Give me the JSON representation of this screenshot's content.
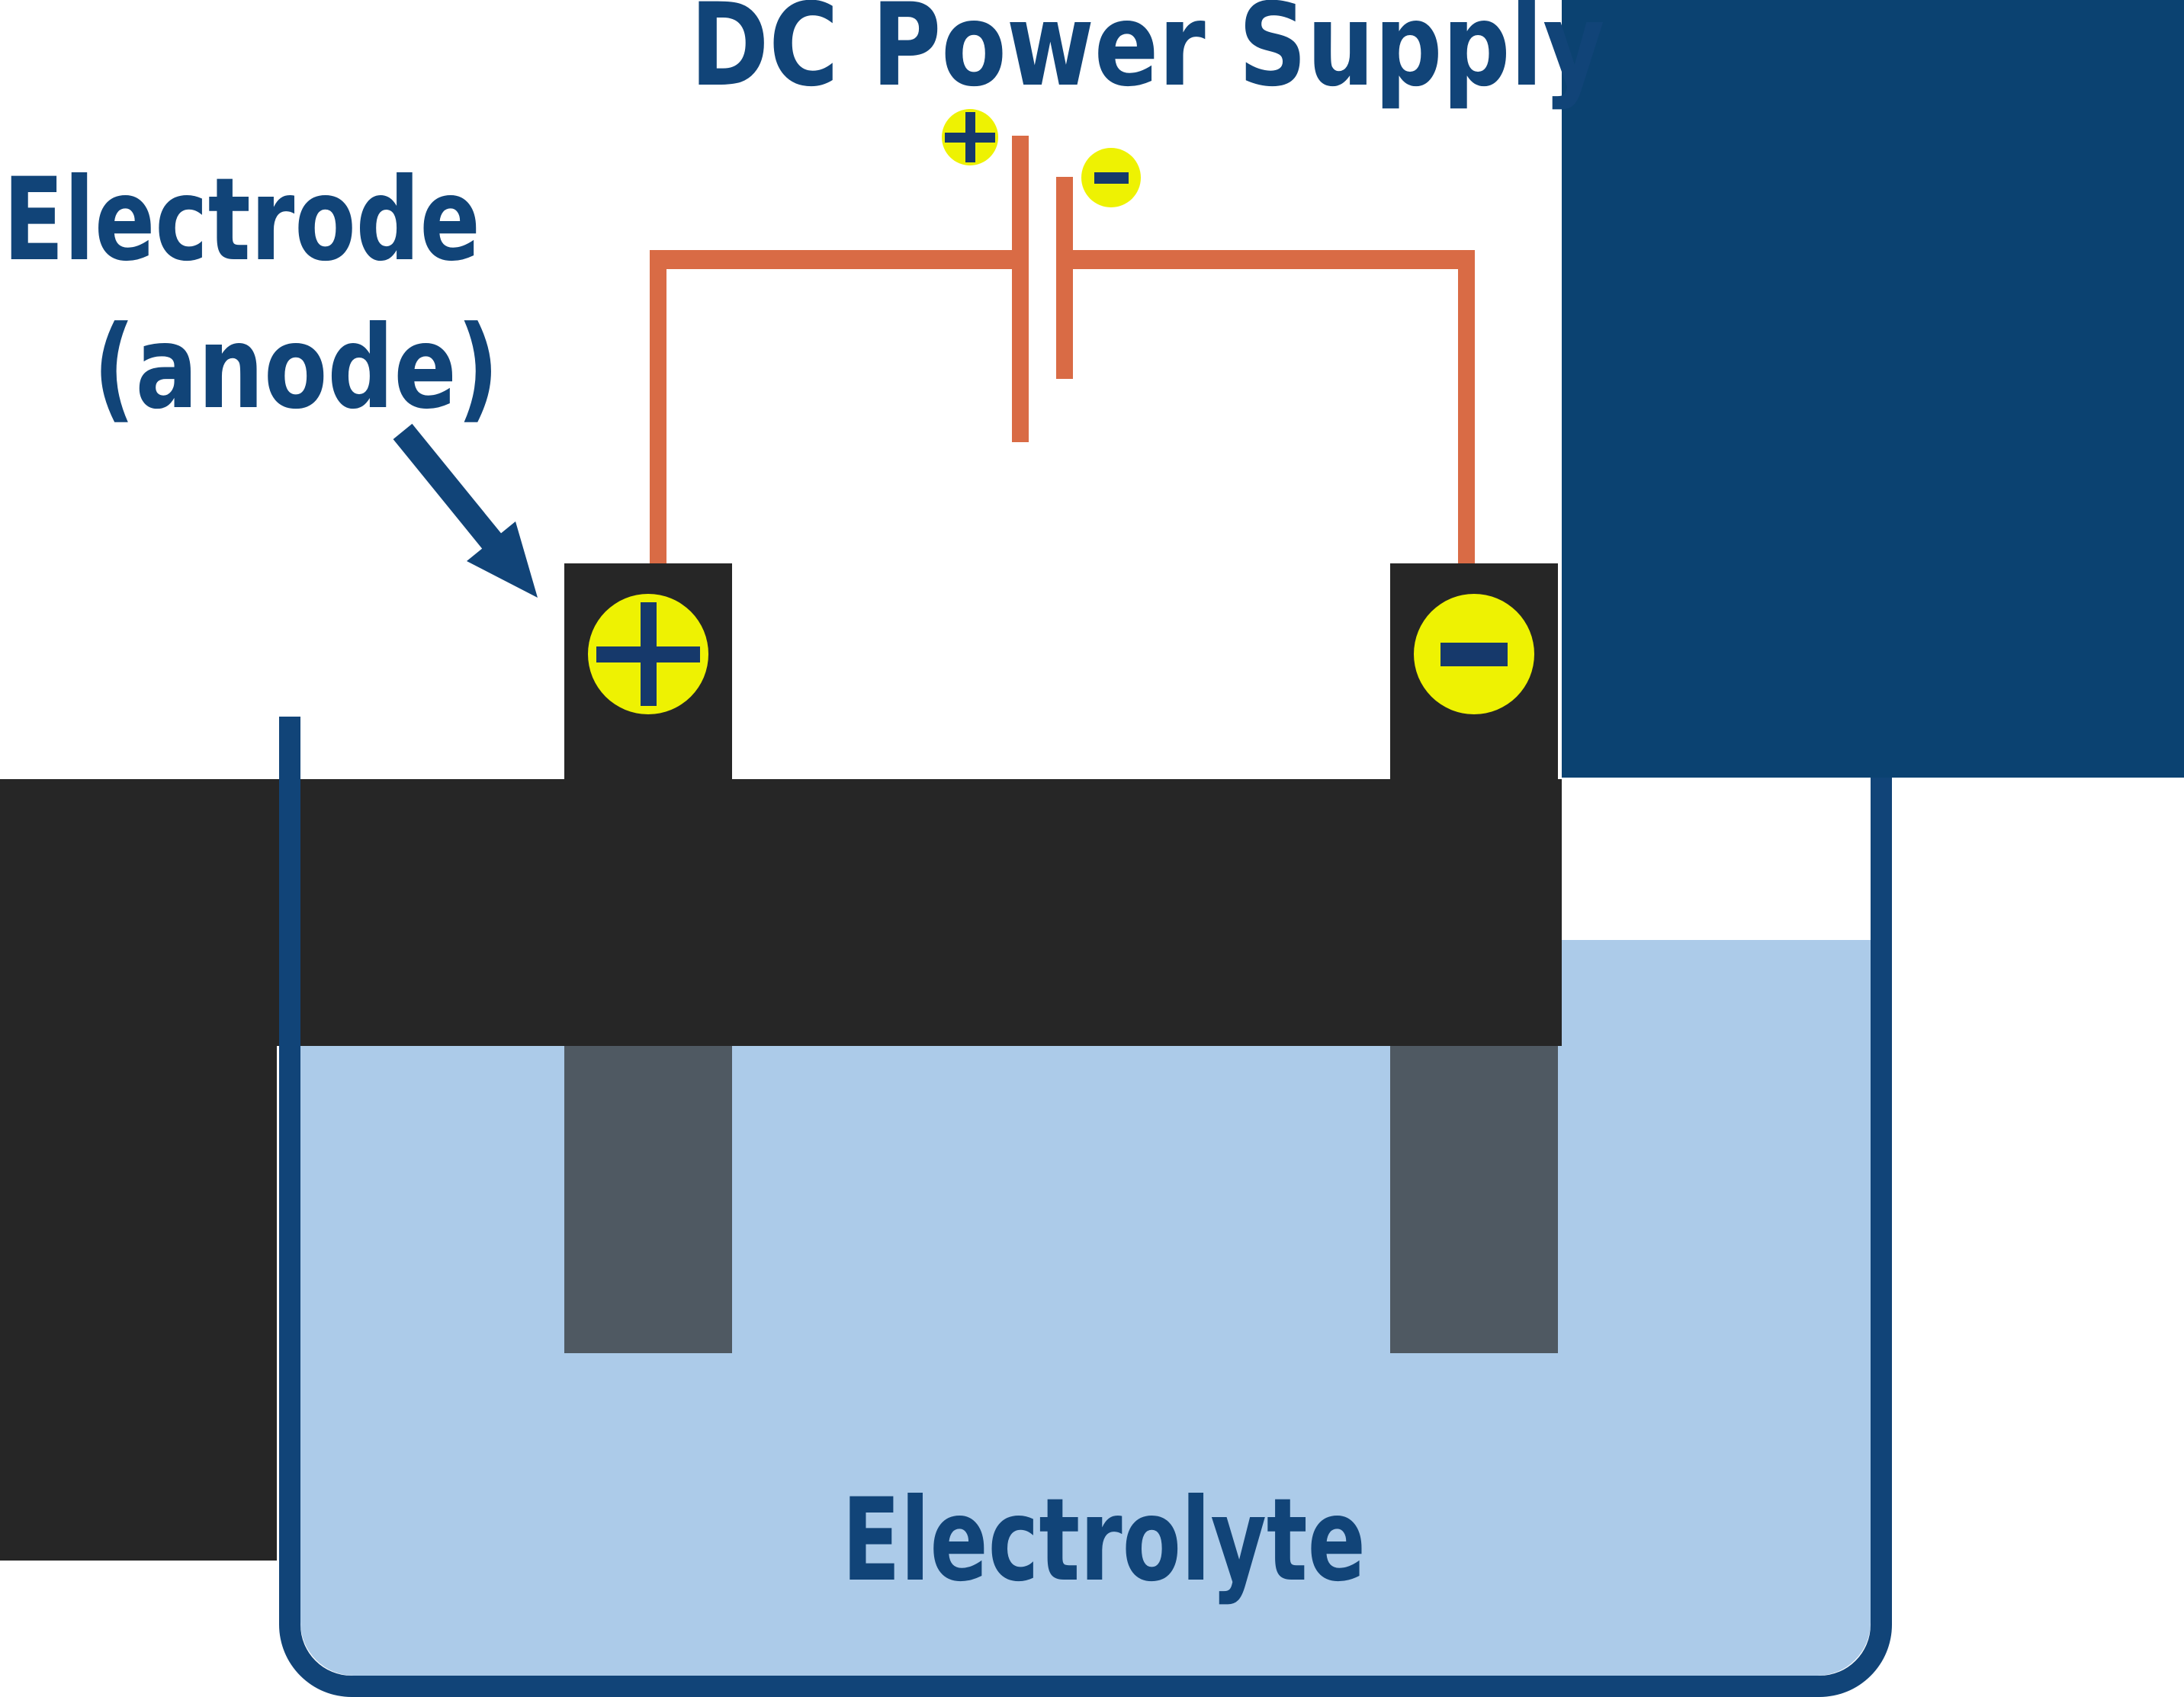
{
  "title": "DC Power Supply",
  "labels": {
    "electrode_line1": "Electrode",
    "electrode_line2": "(anode)",
    "electrolyte": "Electrolyte"
  },
  "icons": {
    "battery_positive_terminal": "plus-icon",
    "battery_negative_terminal": "minus-icon",
    "anode_terminal": "plus-icon",
    "cathode_terminal": "minus-icon",
    "pointer": "arrow-down-right-icon"
  },
  "colors": {
    "bg": "#ffffff",
    "navy": "#114478",
    "panel": "#0b4271",
    "symbol": "#16396b",
    "wire": "#d96b45",
    "yellow": "#eef202",
    "charcoal": "#262626",
    "slate": "#4f5962",
    "liquid": "#accbe9"
  }
}
